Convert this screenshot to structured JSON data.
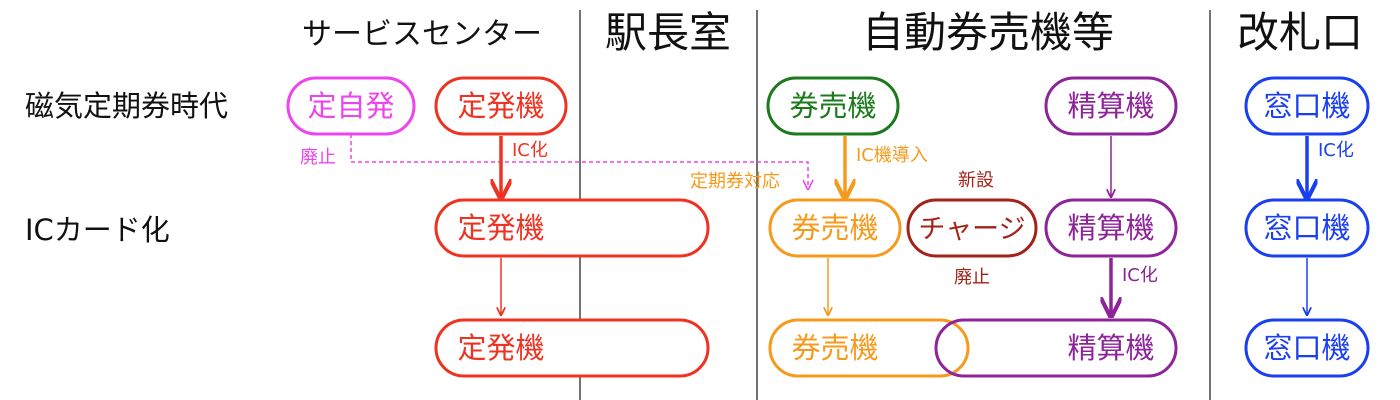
{
  "headers": {
    "service_center": "サービスセンター",
    "stationmaster": "駅長室",
    "ticket_machines": "自動券売機等",
    "gate": "改札口"
  },
  "rows": {
    "magnetic": "磁気定期券時代",
    "ic_card": "ICカード化"
  },
  "nodes": {
    "teiji_hatsu": "定自発",
    "teiki_hakkouki": "定発機",
    "kenbaiki": "券売機",
    "seisanki": "精算機",
    "madoguchiki": "窓口機",
    "charge": "チャージ"
  },
  "annotations": {
    "abolished": "廃止",
    "ic_conversion": "IC化",
    "ic_machine_intro": "IC機導入",
    "commuter_support": "定期券対応",
    "new_install": "新設"
  },
  "colors": {
    "magenta": "#ee44ee",
    "red": "#ee3322",
    "orange": "#f59a1c",
    "green": "#1b7a1b",
    "purple": "#8e2499",
    "blue": "#1a3ff0",
    "dark_red": "#a3231a",
    "divider": "#444444"
  }
}
